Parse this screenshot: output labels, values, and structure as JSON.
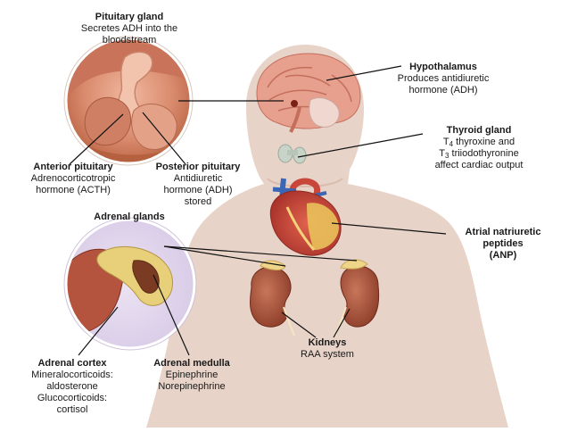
{
  "labels": {
    "pituitary": {
      "title": "Pituitary gland",
      "lines": [
        "Secretes ADH into the",
        "bloodstream"
      ]
    },
    "hypothalamus": {
      "title": "Hypothalamus",
      "lines": [
        "Produces antidiuretic",
        "hormone (ADH)"
      ]
    },
    "thyroid": {
      "title": "Thyroid gland",
      "line1_sym": "T",
      "line1_sub": "4",
      "line1_rest": " thyroxine and",
      "line2_sym": "T",
      "line2_sub": "3",
      "line2_rest": " triiodothyronine",
      "line3": "affect cardiac output"
    },
    "anterior_pituitary": {
      "title": "Anterior pituitary",
      "lines": [
        "Adrenocorticotropic",
        "hormone (ACTH)"
      ]
    },
    "posterior_pituitary": {
      "title": "Posterior pituitary",
      "lines": [
        "Antidiuretic",
        "hormone (ADH)",
        "stored"
      ]
    },
    "adrenal_glands": {
      "title": "Adrenal glands"
    },
    "anp": {
      "title_lines": [
        "Atrial natriuretic",
        "peptides",
        "(ANP)"
      ]
    },
    "kidneys": {
      "title": "Kidneys",
      "lines": [
        "RAA system"
      ]
    },
    "adrenal_cortex": {
      "title": "Adrenal cortex",
      "lines": [
        "Mineralocorticoids:",
        "aldosterone",
        "Glucocorticoids:",
        "cortisol"
      ]
    },
    "adrenal_medulla": {
      "title": "Adrenal medulla",
      "lines": [
        "Epinephrine",
        "Norepinephrine"
      ]
    }
  },
  "colors": {
    "body_silhouette": "#e8d3c8",
    "tissue": "#c9785a",
    "brain": "#e8a08e",
    "heart": "#c8463a",
    "adrenal": "#e8cf7a",
    "kidney": "#a9553c",
    "leader_line": "#111111"
  }
}
